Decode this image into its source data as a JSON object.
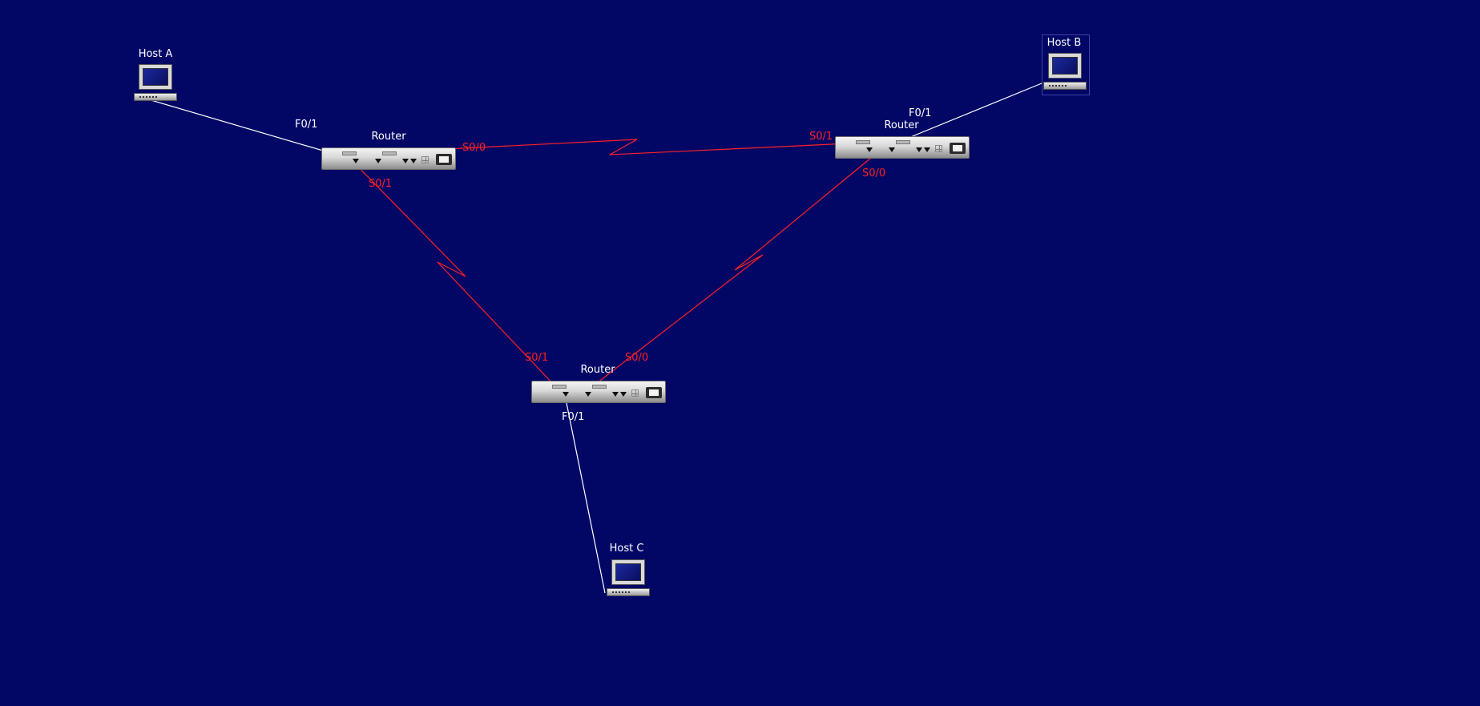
{
  "topology": {
    "background_color": "#020766",
    "ethernet_link_color": "#ffffff",
    "serial_link_color": "#ff2020",
    "hosts": [
      {
        "id": "hostA",
        "label": "Host A",
        "icon": "computer-icon"
      },
      {
        "id": "hostB",
        "label": "Host B",
        "icon": "computer-icon",
        "selected": true
      },
      {
        "id": "hostC",
        "label": "Host C",
        "icon": "computer-icon"
      }
    ],
    "routers": [
      {
        "id": "r1",
        "label": "Router",
        "icon": "router-icon"
      },
      {
        "id": "r2",
        "label": "Router",
        "icon": "router-icon"
      },
      {
        "id": "r3",
        "label": "Router",
        "icon": "router-icon"
      }
    ],
    "ports": {
      "r1_f01": "F0/1",
      "r1_s00": "S0/0",
      "r1_s01": "S0/1",
      "r2_f01": "F0/1",
      "r2_s01": "S0/1",
      "r2_s00": "S0/0",
      "r3_s01": "S0/1",
      "r3_s00": "S0/0",
      "r3_f01": "F0/1"
    },
    "links": [
      {
        "from": "hostA",
        "to": "r1",
        "type": "ethernet"
      },
      {
        "from": "hostB",
        "to": "r2",
        "type": "ethernet"
      },
      {
        "from": "hostC",
        "to": "r3",
        "type": "ethernet"
      },
      {
        "from": "r1",
        "to": "r2",
        "type": "serial"
      },
      {
        "from": "r1",
        "to": "r3",
        "type": "serial"
      },
      {
        "from": "r2",
        "to": "r3",
        "type": "serial"
      }
    ]
  }
}
